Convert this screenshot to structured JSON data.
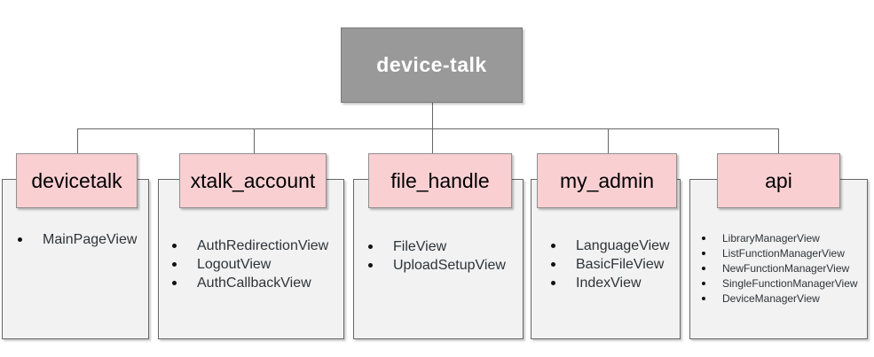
{
  "diagram": {
    "root": {
      "label": "device-talk"
    },
    "nodes": [
      {
        "label": "devicetalk",
        "views": [
          "MainPageView"
        ]
      },
      {
        "label": "xtalk_account",
        "views": [
          "AuthRedirectionView",
          "LogoutView",
          "AuthCallbackView"
        ]
      },
      {
        "label": "file_handle",
        "views": [
          "FileView",
          "UploadSetupView"
        ]
      },
      {
        "label": "my_admin",
        "views": [
          "LanguageView",
          "BasicFileView",
          "IndexView"
        ]
      },
      {
        "label": "api",
        "views": [
          "LibraryManagerView",
          "ListFunctionManagerView",
          "NewFunctionManagerView",
          "SingleFunctionManagerView",
          "DeviceManagerView"
        ]
      }
    ],
    "colors": {
      "root_fill": "#999999",
      "header_fill": "#f9cfd2",
      "body_fill": "#f2f2f2",
      "line": "#666666"
    }
  }
}
